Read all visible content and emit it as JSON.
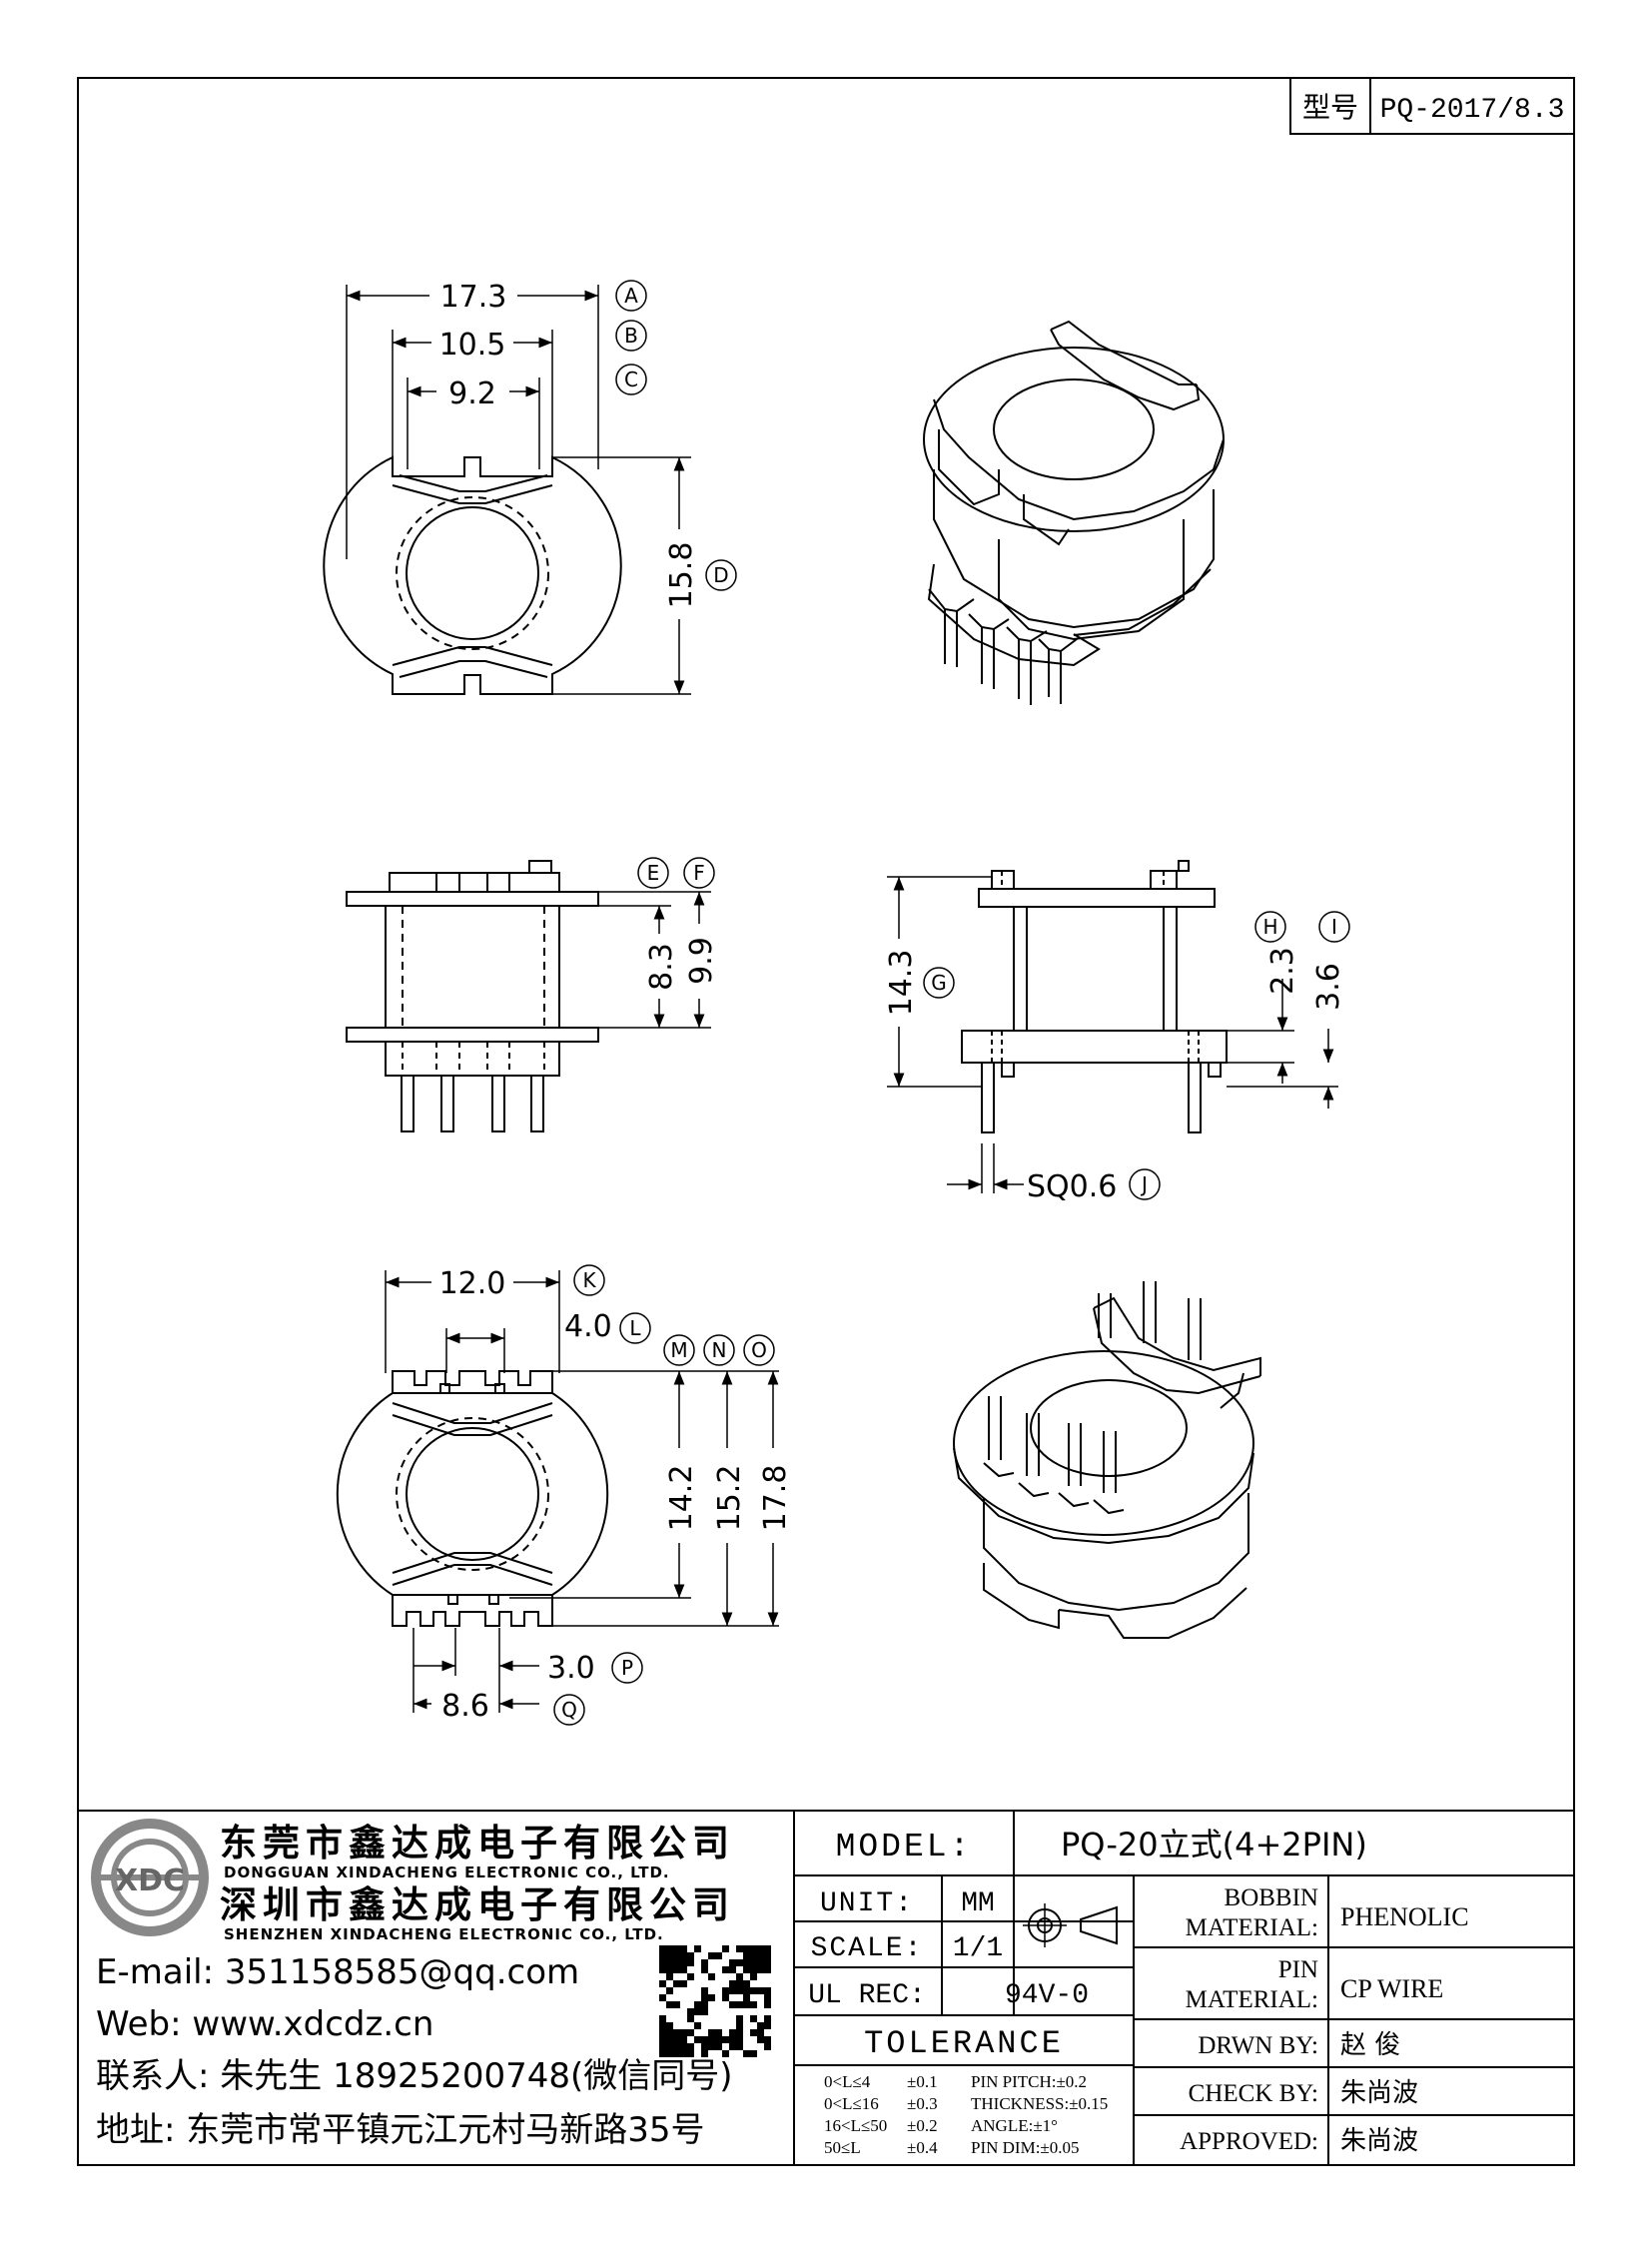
{
  "header": {
    "type_label": "型号",
    "type_value": "PQ-2017/8.3"
  },
  "dimensions": {
    "a": "17.3",
    "b": "10.5",
    "c": "9.2",
    "d": "15.8",
    "e_f_height_inner": "8.3",
    "e_f_height_outer": "9.9",
    "g": "14.3",
    "h": "2.3",
    "i": "3.6",
    "j": "SQ0.6",
    "k": "12.0",
    "l": "4.0",
    "m": "14.2",
    "n": "15.2",
    "o": "17.8",
    "p": "3.0",
    "q": "8.6"
  },
  "markers": [
    "A",
    "B",
    "C",
    "D",
    "E",
    "F",
    "G",
    "H",
    "I",
    "J",
    "K",
    "L",
    "M",
    "N",
    "O",
    "P",
    "Q"
  ],
  "company": {
    "name1": "东莞市鑫达成电子有限公司",
    "name1_en": "DONGGUAN XINDACHENG ELECTRONIC CO., LTD.",
    "name2": "深圳市鑫达成电子有限公司",
    "name2_en": "SHENZHEN XINDACHENG ELECTRONIC CO., LTD.",
    "logo_text": "XDC",
    "email": "E-mail: 351158585@qq.com",
    "web": "Web: www.xdcdz.cn",
    "contact": "联系人: 朱先生 18925200748(微信同号)",
    "address": "地址: 东莞市常平镇元江元村马新路35号"
  },
  "title_block": {
    "model_label": "MODEL:",
    "model_value": "PQ-20立式(4+2PIN)",
    "unit_label": "UNIT:",
    "unit_value": "MM",
    "scale_label": "SCALE:",
    "scale_value": "1/1",
    "ul_label": "UL REC:",
    "ul_value": "94V-0",
    "tolerance_label": "TOLERANCE",
    "tol_rows": [
      [
        "0<L≤4",
        "±0.1",
        "PIN PITCH:±0.2"
      ],
      [
        "0<L≤16",
        "±0.3",
        "THICKNESS:±0.15"
      ],
      [
        "16<L≤50",
        "±0.2",
        "ANGLE:±1°"
      ],
      [
        "50≤L",
        "±0.4",
        "PIN DIM:±0.05"
      ]
    ],
    "bobbin_label1": "BOBBIN",
    "bobbin_label2": "MATERIAL:",
    "bobbin_value": "PHENOLIC",
    "pin_label1": "PIN",
    "pin_label2": "MATERIAL:",
    "pin_value": "CP WIRE",
    "drawn_label": "DRWN BY:",
    "drawn_value": "赵 俊",
    "check_label": "CHECK BY:",
    "check_value": "朱尚波",
    "approved_label": "APPROVED:",
    "approved_value": "朱尚波"
  }
}
